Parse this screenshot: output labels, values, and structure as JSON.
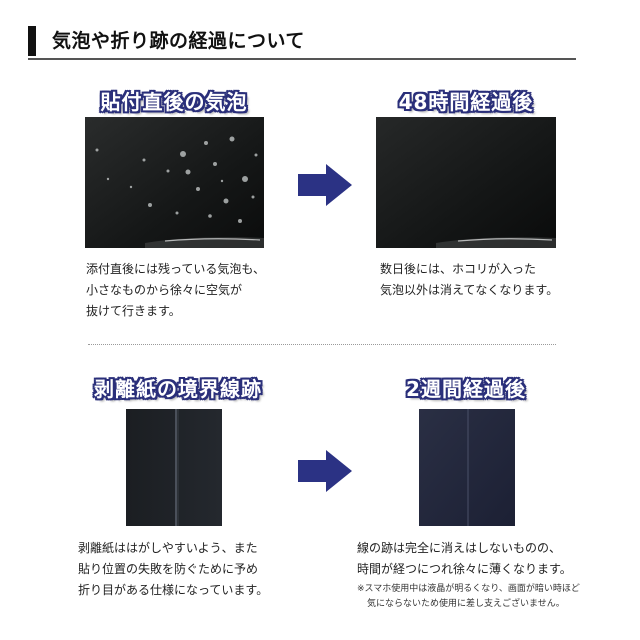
{
  "header": {
    "title": "気泡や折り跡の経過について"
  },
  "section1": {
    "left": {
      "label": "貼付直後の気泡",
      "description": [
        "添付直後には残っている気泡も、",
        "小さなものから徐々に空気が",
        "抜けて行きます。"
      ]
    },
    "right": {
      "label": "48時間経過後",
      "description": [
        "数日後には、ホコリが入った",
        "気泡以外は消えてなくなります。"
      ]
    }
  },
  "section2": {
    "left": {
      "label": "剥離紙の境界線跡",
      "description": [
        "剥離紙ははがしやすいよう、また",
        "貼り位置の失敗を防ぐために予め",
        "折り目がある仕様になっています。"
      ]
    },
    "right": {
      "label": "2週間経過後",
      "description": [
        "線の跡は完全に消えはしないものの、",
        "時間が経つにつれ徐々に薄くなります。"
      ],
      "note": [
        "※スマホ使用中は液晶が明るくなり、画面が暗い時ほど",
        "気にならないため使用に差し支えございません。"
      ]
    }
  },
  "icons": {
    "arrow": "right-arrow-icon"
  },
  "colors": {
    "label_outline": "#2a2f7a",
    "arrow": "#2b3284",
    "text": "#222222"
  }
}
